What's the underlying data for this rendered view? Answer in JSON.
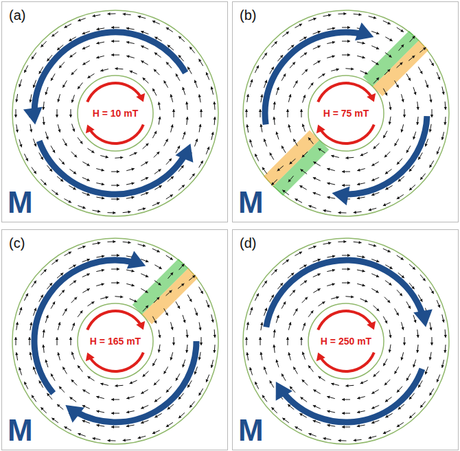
{
  "diagram": {
    "labels": [
      "(a)",
      "H = 10 mT",
      "M",
      "(b)",
      "H = 75 mT",
      "M",
      "(c)",
      "H = 165 mT",
      "M",
      "(d)",
      "H = 250 mT",
      "M"
    ]
  }
}
